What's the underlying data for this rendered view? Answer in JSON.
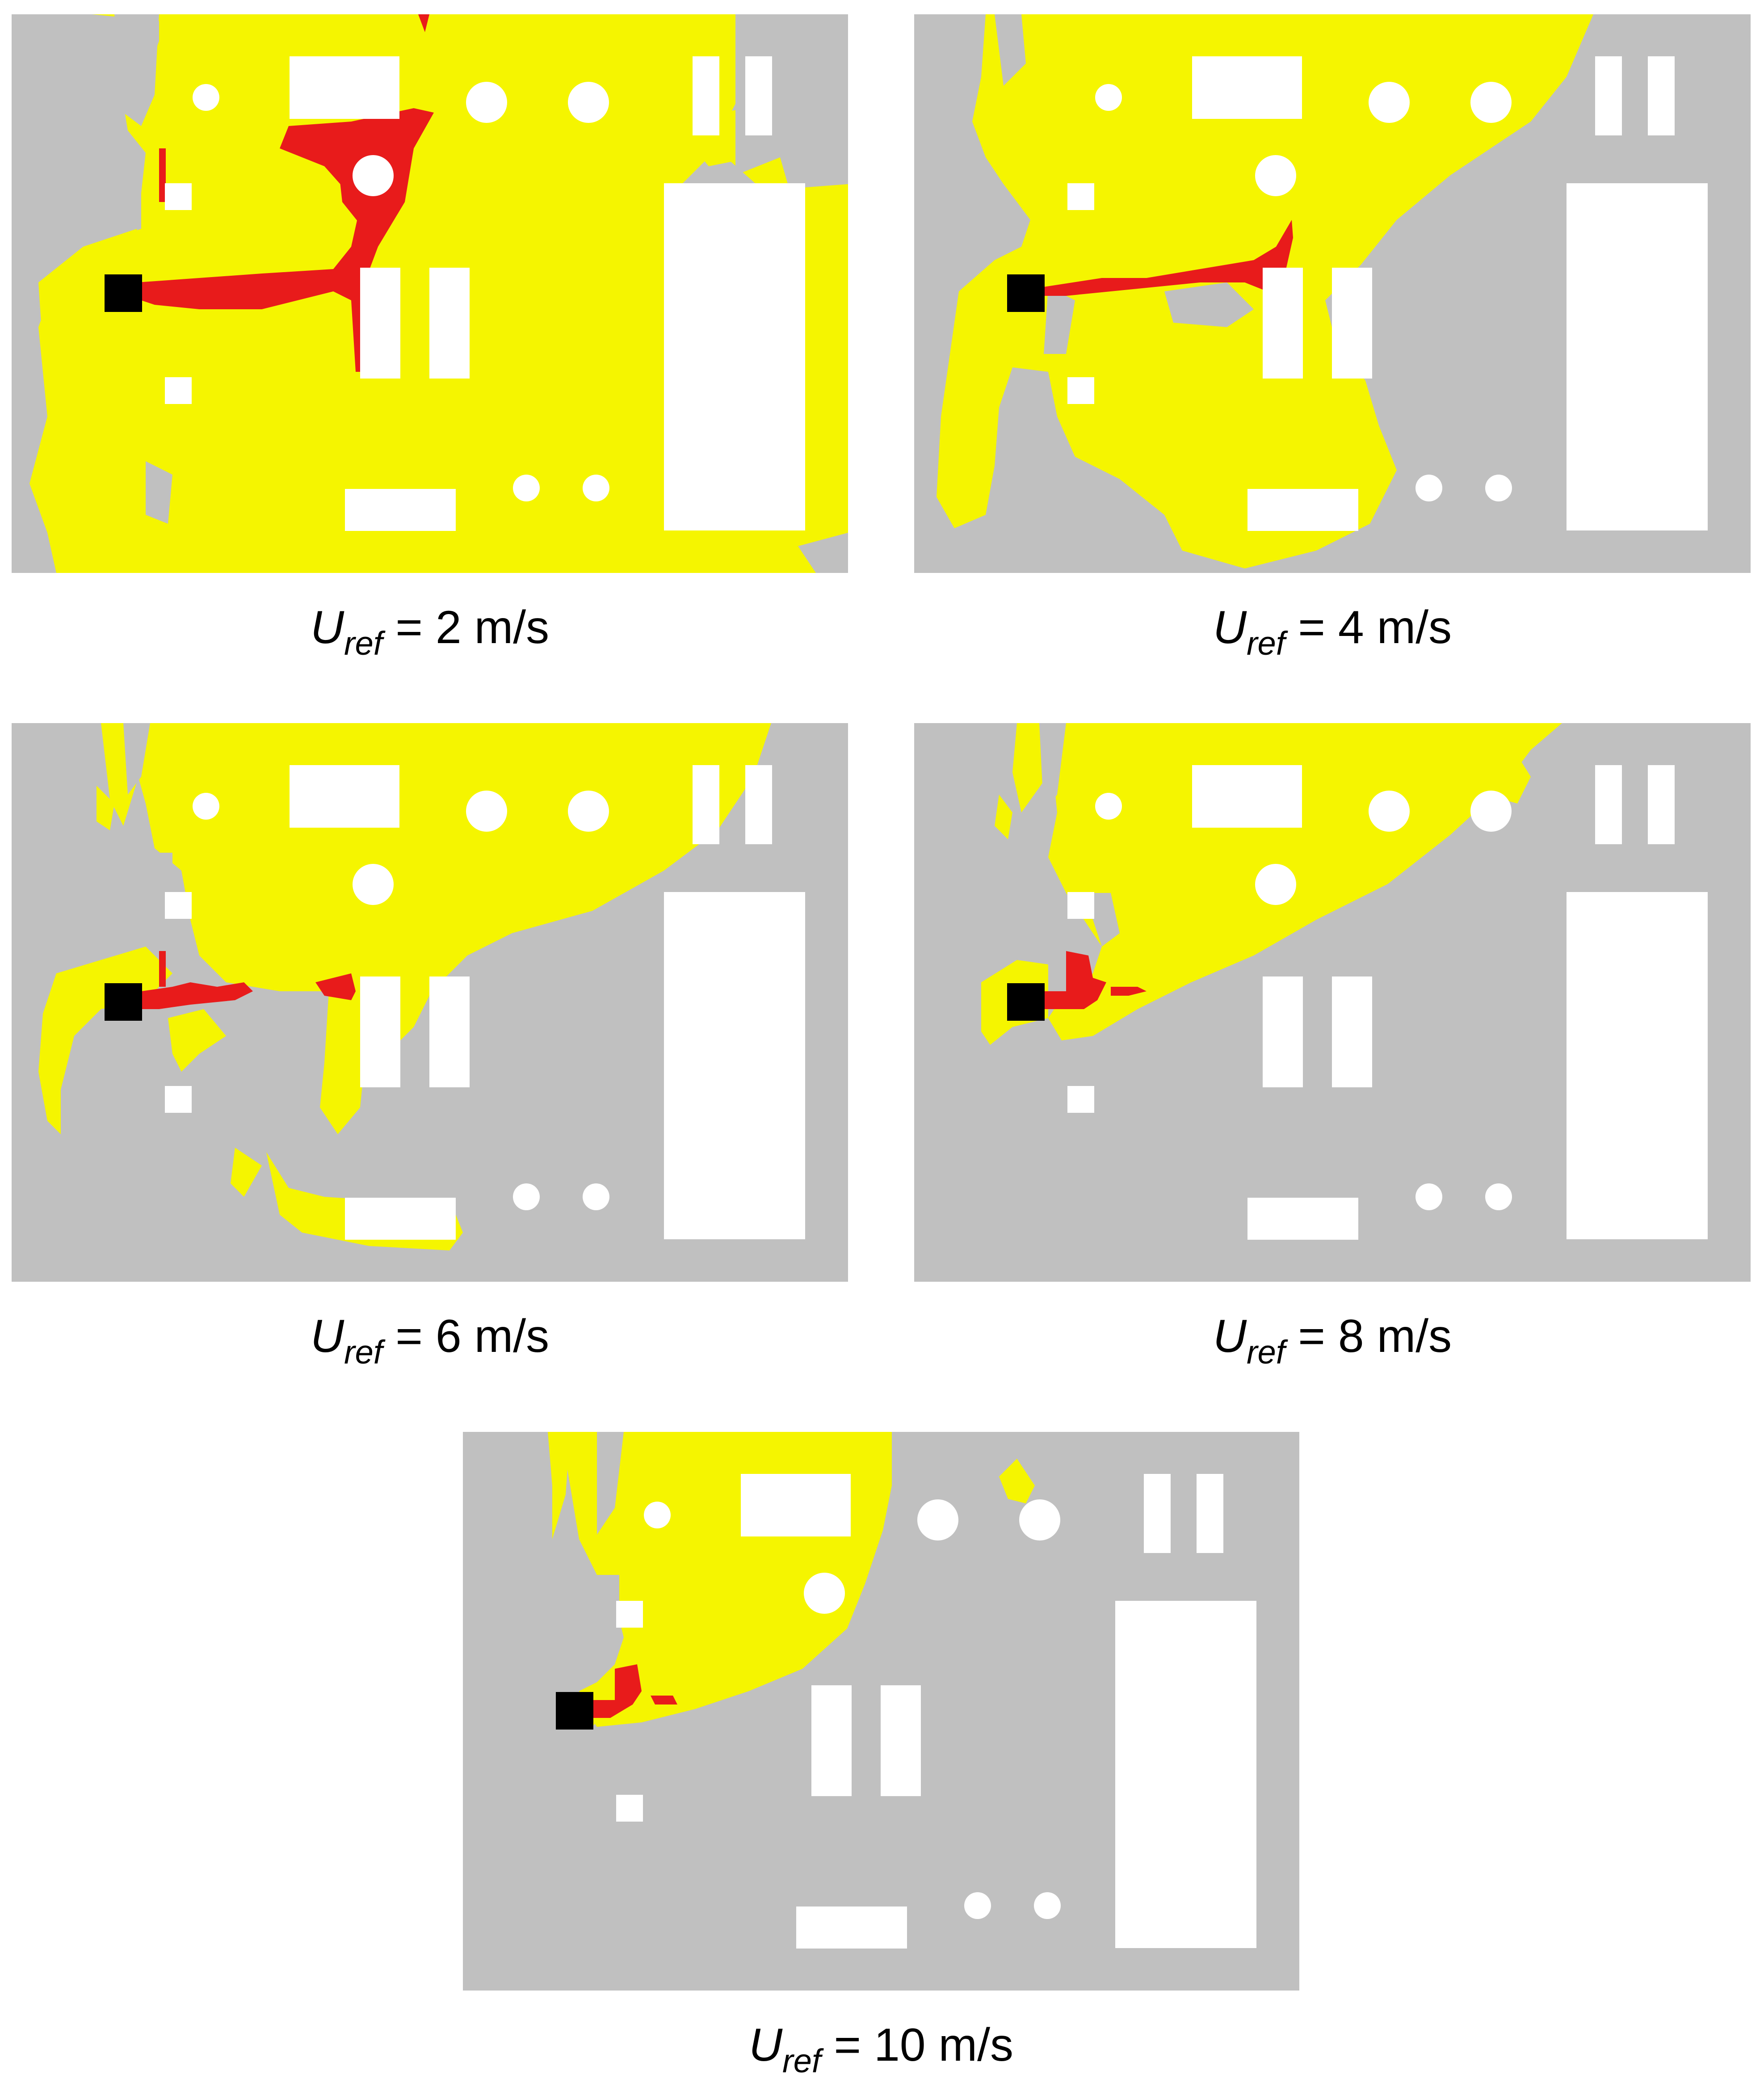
{
  "colors": {
    "site": "#c0c0c0",
    "building": "#ffffff",
    "yellow_region": "#f5f500",
    "red_region": "#e81b1b",
    "source": "#000000"
  },
  "panels": [
    {
      "symbol": "U",
      "subscript": "ref",
      "value_text": "= 2 m/s"
    },
    {
      "symbol": "U",
      "subscript": "ref",
      "value_text": "= 4 m/s"
    },
    {
      "symbol": "U",
      "subscript": "ref",
      "value_text": "= 6 m/s"
    },
    {
      "symbol": "U",
      "subscript": "ref",
      "value_text": "= 8 m/s"
    },
    {
      "symbol": "U",
      "subscript": "ref",
      "value_text": "= 10 m/s"
    }
  ]
}
